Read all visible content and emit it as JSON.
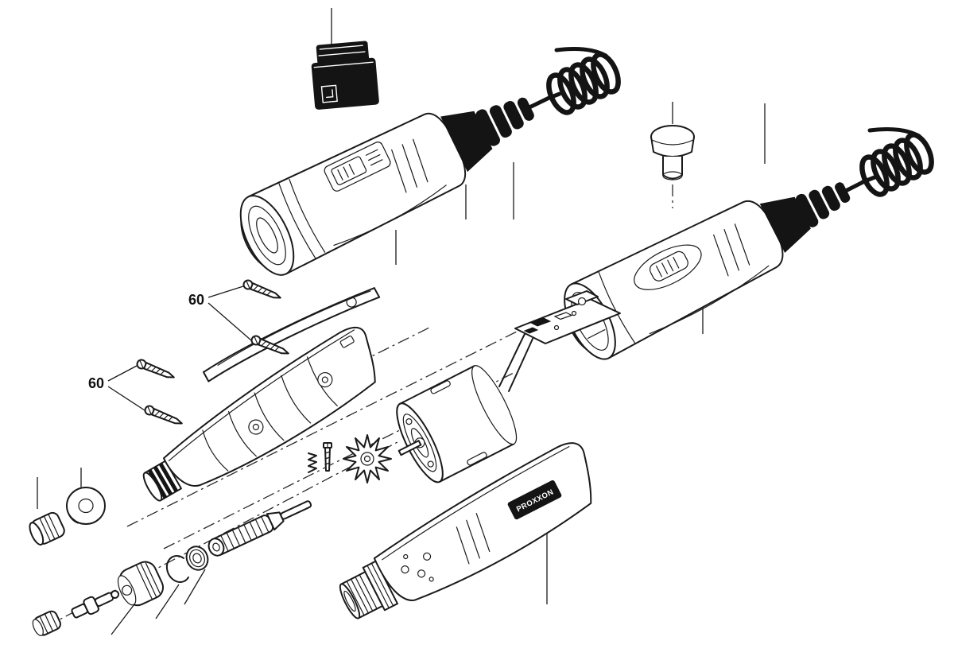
{
  "diagram": {
    "type": "exploded-parts-diagram",
    "labels": {
      "callout_60_a": "60",
      "callout_60_b": "60",
      "brand": "PROXXON"
    },
    "colors": {
      "line": "#1a1a1a",
      "dark_fill": "#141414",
      "background": "#ffffff"
    },
    "parts": [
      "power-adapter-plug",
      "assembled-rotary-tool-top-left",
      "coiled-cord-left",
      "push-button-cap",
      "assembled-rotary-tool-top-right",
      "coiled-cord-right",
      "circuit-board-with-wires",
      "housing-cover-strip",
      "upper-housing-shell",
      "housing-screws-60",
      "motor",
      "fan-impeller",
      "small-spring",
      "grub-screw",
      "spindle-shaft",
      "collet-cap",
      "spacer-ring",
      "clamp-nut",
      "snap-ring",
      "ball-bearing",
      "washer",
      "bit-arbor",
      "collet",
      "lower-housing-shell-with-brand-label"
    ]
  }
}
